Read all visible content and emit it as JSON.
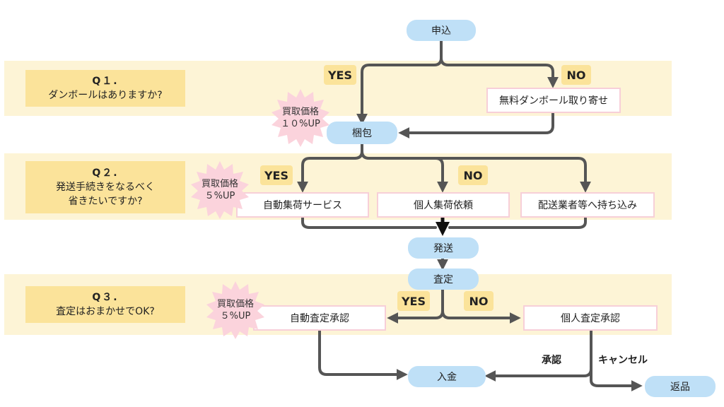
{
  "questions": [
    {
      "title": "Q１.",
      "line1": "ダンボールはありますか?",
      "line2": ""
    },
    {
      "title": "Q２.",
      "line1": "発送手続きをなるべく",
      "line2": "省きたいですか?"
    },
    {
      "title": "Q３.",
      "line1": "査定はおまかせでOK?",
      "line2": ""
    }
  ],
  "nodes": {
    "apply": "申込",
    "pack": "梱包",
    "ship": "発送",
    "assess": "査定",
    "payment": "入金",
    "return": "返品",
    "free_box": "無料ダンボール取り寄せ",
    "auto_pickup": "自動集荷サービス",
    "personal_pickup": "個人集荷依頼",
    "carrier_dropoff": "配送業者等へ持ち込み",
    "auto_approve": "自動査定承認",
    "personal_approve": "個人査定承認"
  },
  "labels": {
    "yes": "YES",
    "no": "NO",
    "approve": "承認",
    "cancel": "キャンセル"
  },
  "bursts": [
    {
      "line1": "買取価格",
      "line2": "１０%UP",
      "color": "#fbd3dc"
    },
    {
      "line1": "買取価格",
      "line2": "５%UP",
      "color": "#fbd3dc"
    },
    {
      "line1": "買取価格",
      "line2": "５%UP",
      "color": "#fbd3dc"
    }
  ],
  "colors": {
    "band": "#fdf4d6",
    "question": "#fbe39a",
    "pill": "#bfe0f7",
    "arrow": "#555555",
    "action_border": "#f7cfd8"
  }
}
